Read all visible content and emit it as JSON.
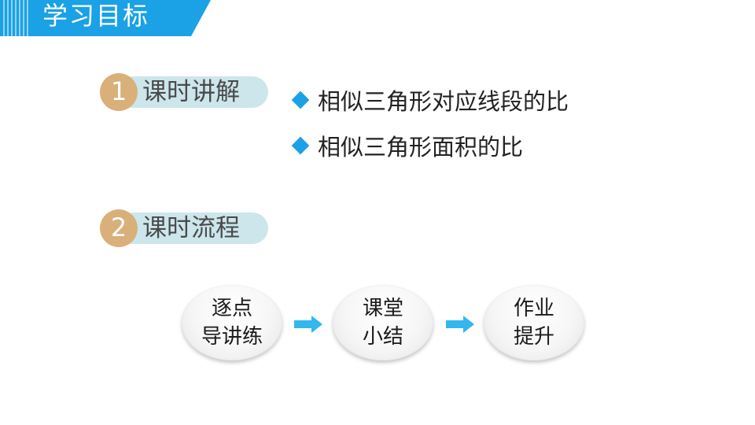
{
  "header": {
    "title": "学习目标",
    "color": "#1aa1e6"
  },
  "sections": [
    {
      "number": "1",
      "label": "课时讲解"
    },
    {
      "number": "2",
      "label": "课时流程"
    }
  ],
  "bullets": [
    "相似三角形对应线段的比",
    "相似三角形面积的比"
  ],
  "flow": [
    {
      "line1": "逐点",
      "line2": "导讲练"
    },
    {
      "line1": "课堂",
      "line2": "小结"
    },
    {
      "line1": "作业",
      "line2": "提升"
    }
  ],
  "colors": {
    "accent": "#1aa1e6",
    "number_circle": "#d9b07a",
    "pill": "#cce6ec",
    "arrow": "#33b7ee"
  }
}
